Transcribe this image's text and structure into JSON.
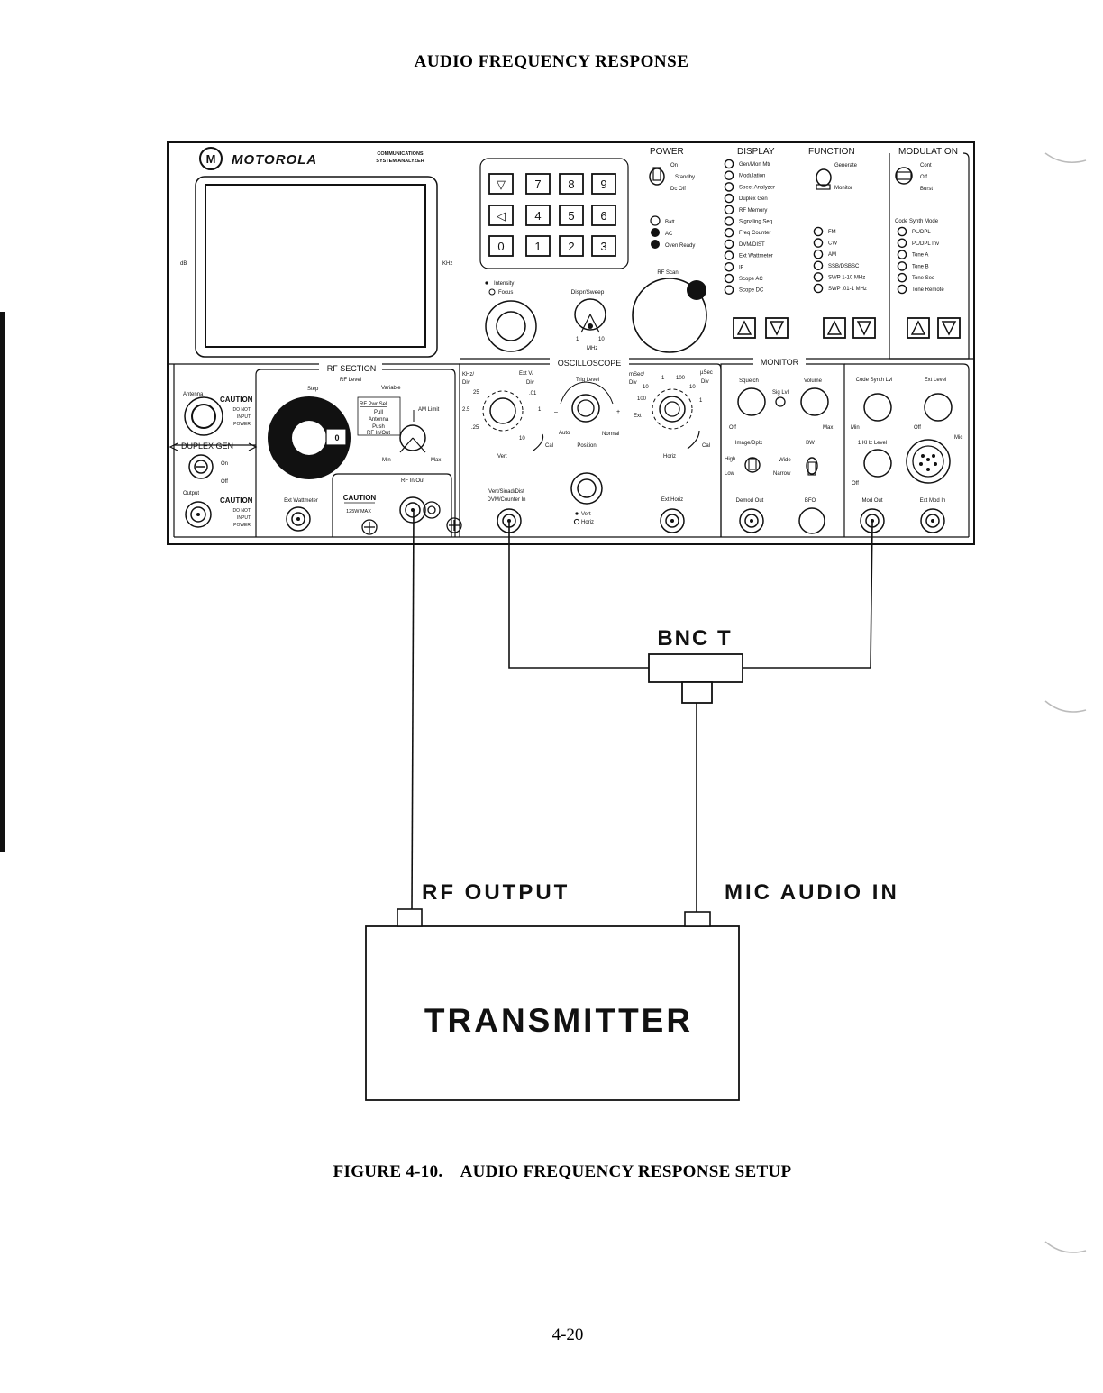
{
  "header": {
    "title": "AUDIO FREQUENCY RESPONSE"
  },
  "caption": "FIGURE 4-10.    AUDIO FREQUENCY RESPONSE SETUP",
  "page_number": "4-20",
  "connection_labels": {
    "bnc_t": "BNC T",
    "rf_output": "RF OUTPUT",
    "mic_audio_in": "MIC AUDIO IN",
    "transmitter": "TRANSMITTER"
  },
  "analyzer": {
    "brand": "MOTOROLA",
    "logo_letter": "M",
    "model_line1": "COMMUNICATIONS",
    "model_line2": "SYSTEM ANALYZER",
    "screen_left_label": "dB",
    "screen_right_label": "KHz",
    "keypad": [
      "▽",
      "7",
      "8",
      "9",
      "◁",
      "4",
      "5",
      "6",
      "0",
      "1",
      "2",
      "3"
    ],
    "power": {
      "title": "POWER",
      "on": "On",
      "standby": "Standby",
      "dc_off": "Dc Off",
      "batt": "Batt",
      "ac": "AC",
      "oven_ready": "Oven Ready",
      "rf_scan": "RF Scan"
    },
    "display": {
      "title": "DISPLAY",
      "items": [
        "Gen/Mon Mtr",
        "Modulation",
        "Spect Analyzer",
        "Duplex Gen",
        "RF Memory",
        "Signaling Seq",
        "Freq Counter",
        "DVM/DIST",
        "Ext Wattmeter",
        "IF",
        "Scope AC",
        "Scope DC"
      ]
    },
    "function": {
      "title": "FUNCTION",
      "generate": "Generate",
      "monitor": "Monitor",
      "modes": [
        "FM",
        "CW",
        "AM",
        "SSB/DSBSC",
        "SWP 1-10 MHz",
        "SWP .01-1 MHz"
      ]
    },
    "modulation": {
      "title": "MODULATION",
      "cont": "Cont",
      "off": "Off",
      "burst": "Burst",
      "code_synth_mode": "Code Synth Mode",
      "modes": [
        "PL/DPL",
        "PL/DPL Inv",
        "Tone A",
        "Tone B",
        "Tone Seq",
        "Tone Remote"
      ]
    },
    "intensity": "Intensity",
    "focus": "Focus",
    "dispr_sweep": "Dispr/Sweep",
    "dispr_1": "1",
    "dispr_10": "10",
    "dispr_mhz": "MHz",
    "rf_section": {
      "title": "RF SECTION",
      "rf_level": "RF Level",
      "step": "Step",
      "variable": "Variable",
      "rf_pwr_sel": "RF Pwr Sel",
      "pull": "Pull",
      "antenna": "Antenna",
      "push": "Push",
      "rf_in_out": "RF In/Out",
      "am_limit": "AM Limit",
      "min": "Min",
      "max": "Max",
      "rf_in_out2": "RF In/Out",
      "ext_wattmeter": "Ext Wattmeter",
      "caution": "CAUTION",
      "max_125w": "125W MAX",
      "dial_zero": "0"
    },
    "antenna_panel": {
      "antenna": "Antenna",
      "caution": "CAUTION",
      "do_not": "DO NOT",
      "input": "INPUT",
      "power": "POWER",
      "duplex_gen": "DUPLEX GEN",
      "on": "On",
      "off": "Off",
      "output": "Output"
    },
    "oscilloscope": {
      "title": "OSCILLOSCOPE",
      "khz_div": "KHz/",
      "div": "Div",
      "ext_v": "Ext V/",
      "div2": "Div",
      "trig_level": "Trig Level",
      "msec": "mSec/",
      "usec": "µSec",
      "div3": "Div",
      "div4": "Div",
      "v_25": "25",
      "v_01": ".01",
      "v_1": "1",
      "v_2_5": "2.5",
      "v_25b": ".25",
      "v_10": "10",
      "t_1": "1",
      "t_100": "100",
      "t_10": "10",
      "t_10b": "10",
      "t_100b": "100",
      "t_1b": "1",
      "auto": "Auto",
      "normal": "Normal",
      "ext": "Ext",
      "vert": "Vert",
      "cal": "Cal",
      "position": "Position",
      "horiz": "Horiz",
      "cal2": "Cal",
      "vert_sinad": "Vert/Sinad/Dist",
      "dvm_counter": "DVM/Counter In",
      "vert2": "Vert",
      "horiz2": "Horiz",
      "ext_horiz": "Ext Horiz",
      "plus": "+",
      "minus": "–"
    },
    "monitor": {
      "title": "MONITOR",
      "squelch": "Squelch",
      "volume": "Volume",
      "sig_lvl": "Sig Lvl",
      "off": "Off",
      "max": "Max",
      "image_dplx": "Image/Dplx",
      "bw": "BW",
      "high": "High",
      "low": "Low",
      "wide": "Wide",
      "narrow": "Narrow",
      "demod_out": "Demod Out",
      "bfo": "BFO"
    },
    "right_panel": {
      "code_synth_lvl": "Code Synth Lvl",
      "ext_level": "Ext Level",
      "min": "Min",
      "off": "Off",
      "mic": "Mic",
      "khz_level": "1 KHz Level",
      "off2": "Off",
      "mod_out": "Mod Out",
      "ext_mod_in": "Ext Mod In"
    }
  }
}
